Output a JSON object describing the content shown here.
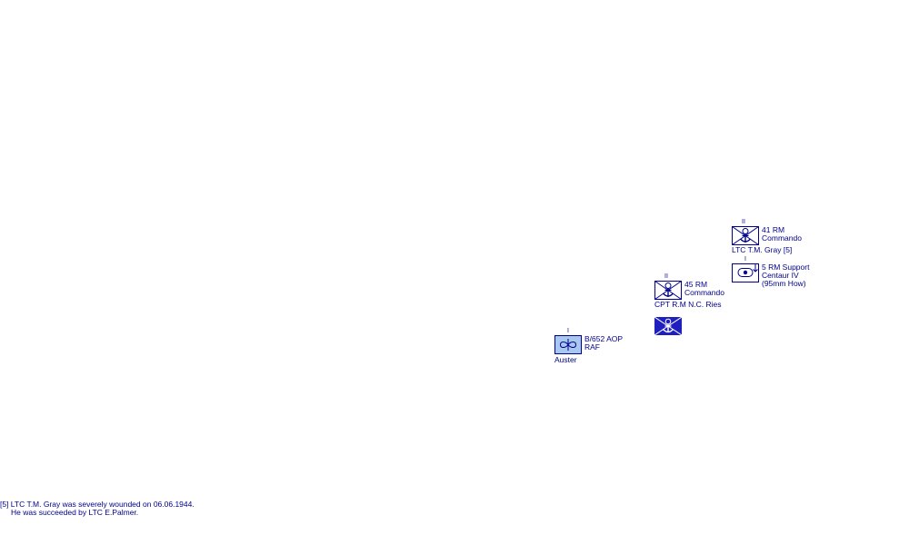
{
  "units": {
    "commando41": {
      "echelon": "II",
      "name_line1": "41 RM",
      "name_line2": "Commando",
      "commander": "LTC  T.M. Gray [5]",
      "icon": "royal-marine-commando-icon"
    },
    "support5": {
      "echelon": "I",
      "name_line1": "5 RM Support",
      "name_line2": "Centaur IV",
      "name_line3": "(95mm How)",
      "icon": "armoured-artillery-icon"
    },
    "commando45": {
      "echelon": "II",
      "name_line1": "45 RM",
      "name_line2": "Commando",
      "commander": "CPT  R.M N.C. Ries",
      "icon": "royal-marine-commando-icon"
    },
    "commando45_filled": {
      "icon": "royal-marine-commando-filled-icon"
    },
    "aop652": {
      "echelon": "I",
      "name_line1": "B/652 AOP",
      "name_line2": "RAF",
      "equipment": "Auster",
      "icon": "air-observation-post-icon"
    }
  },
  "footnote": {
    "line1": "[5] LTC  T.M. Gray was severely wounded on 06.06.1944.",
    "line2": "He was succeeded by LTC  E.Palmer."
  },
  "colors": {
    "symbol_stroke": "#00008b",
    "label_text": "#00008b",
    "filled_frame": "#1f1fbf",
    "aop_fill": "#a8c8f0"
  }
}
